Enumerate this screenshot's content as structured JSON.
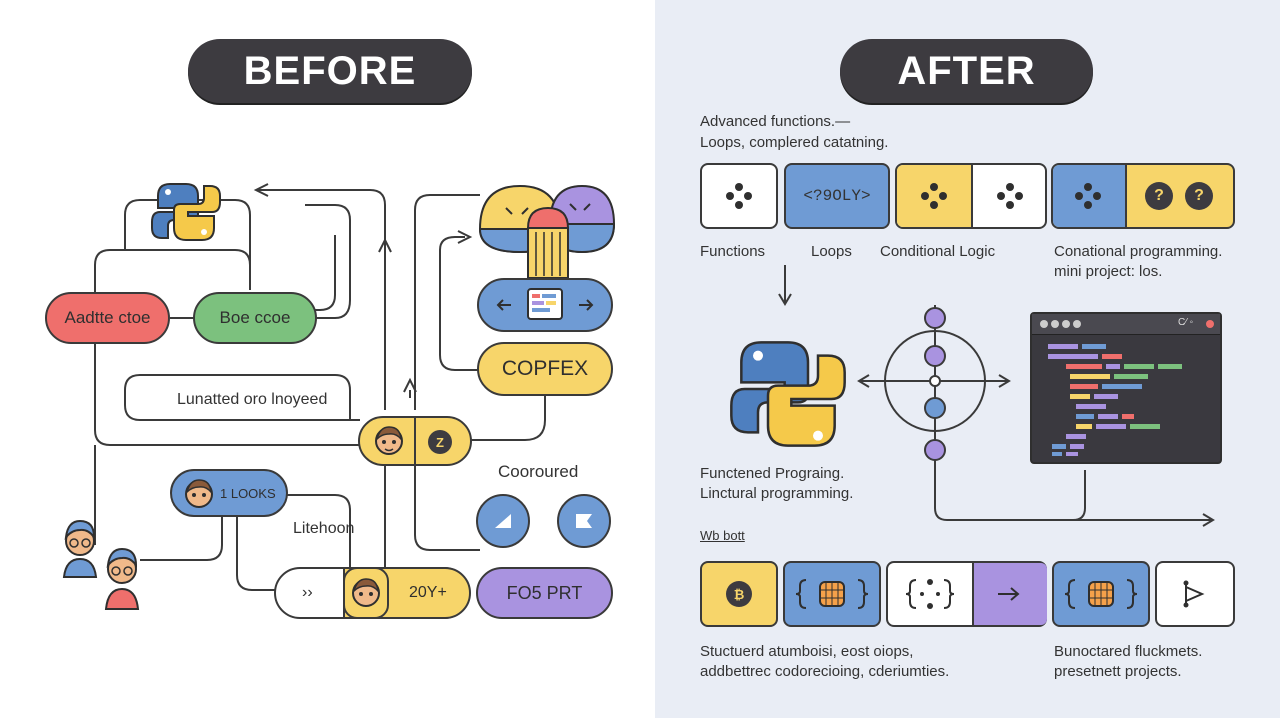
{
  "before": {
    "title": "BEFORE",
    "node_red": "Aadtte ctoe",
    "node_green": "Boe ccoe",
    "caption_unlatted": "Lunatted oro lnoyeed",
    "node_copfex": "COPFEX",
    "badge_z": "Z",
    "node_loops": "1 LOOKS",
    "caption_coorured": "Cooroured",
    "caption_litehoon": "Litehoon",
    "bar_arrows": "›› ",
    "bar_number": "20Y+",
    "node_fo_prt": "FO5 PRT"
  },
  "after": {
    "title": "AFTER",
    "intro_line1": "Advanced functions.—",
    "intro_line2": "Loops, complered catatning.",
    "tile_code_label": "<?9OLY>",
    "q_mark": "?",
    "label_functions": "Functions",
    "label_loops": "Loops",
    "label_conditional": "Conditional Logic",
    "label_cond_prog_1": "Conational programming.",
    "label_cond_prog_2": "mini project: los.",
    "caption_functened_1": "Functened Prograing.",
    "caption_functened_2": "Linctural programming.",
    "caption_wb": "Wb bott",
    "caption_structured_1": "Stuctuerd atumboisi, eost oiops,",
    "caption_structured_2": "addbettrec codorecioing, cderiumties.",
    "caption_bunctared_1": "Bunoctared fluckmets.",
    "caption_bunctared_2": "presetnett projects.",
    "window_controls": "C⁄ ◦"
  },
  "colors": {
    "red": "#ef6f6c",
    "green": "#7cc17e",
    "yellow": "#f7d56a",
    "blue": "#6f9bd4",
    "purple": "#a993e0",
    "dark": "#3d3b40"
  }
}
